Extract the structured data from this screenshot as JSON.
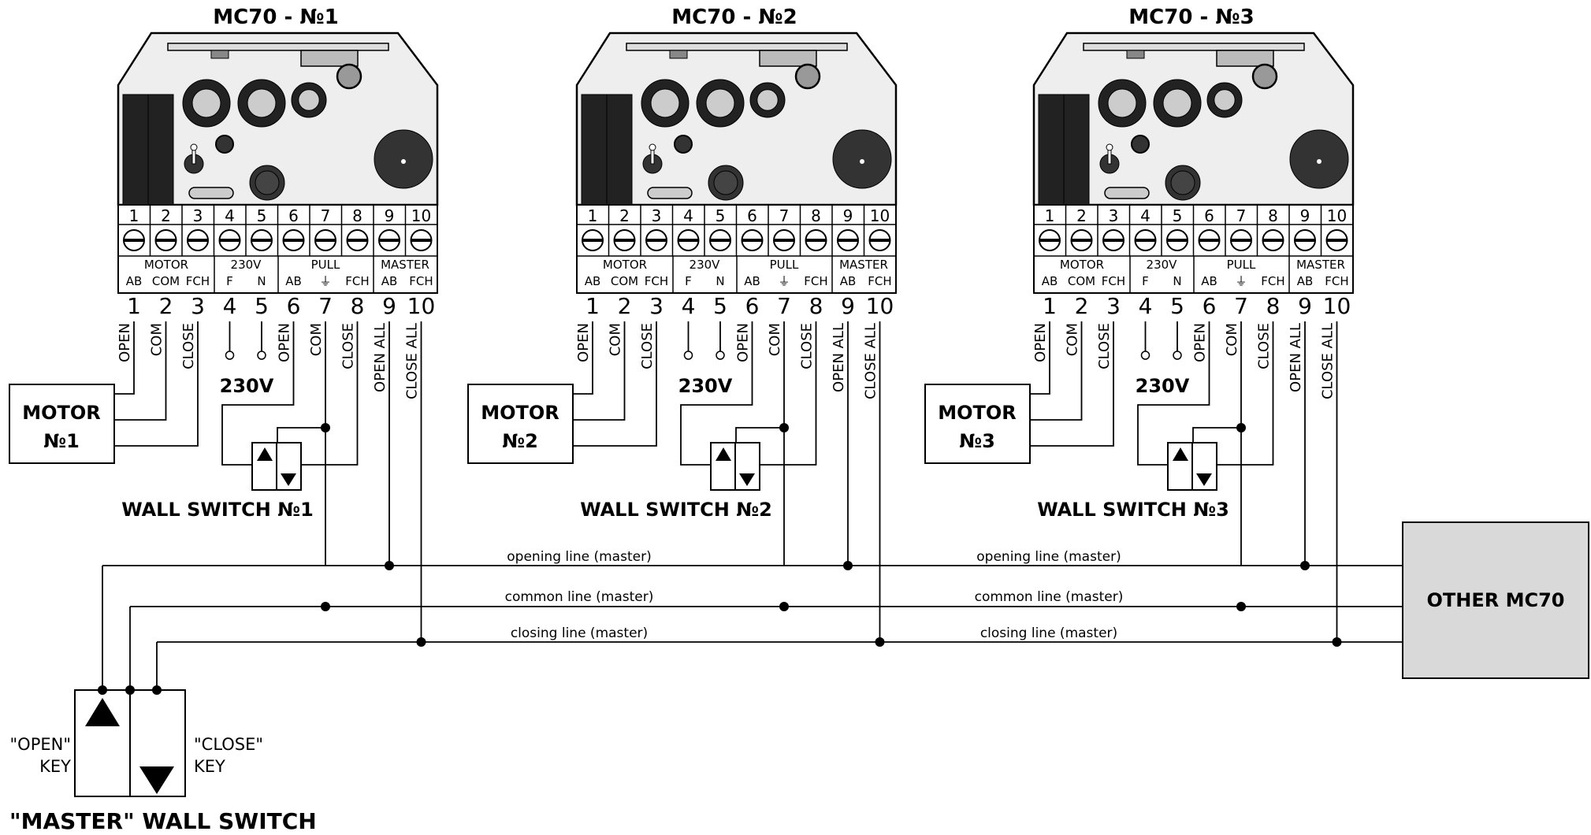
{
  "units": [
    {
      "title": "MC70 - №1",
      "motor_label": [
        "MOTOR",
        "№1"
      ],
      "switch_label": "WALL SWITCH №1"
    },
    {
      "title": "MC70 - №2",
      "motor_label": [
        "MOTOR",
        "№2"
      ],
      "switch_label": "WALL SWITCH №2"
    },
    {
      "title": "MC70 - №3",
      "motor_label": [
        "MOTOR",
        "№3"
      ],
      "switch_label": "WALL SWITCH №3"
    }
  ],
  "terminals": [
    "1",
    "2",
    "3",
    "4",
    "5",
    "6",
    "7",
    "8",
    "9",
    "10"
  ],
  "group_labels": {
    "motor": "MOTOR",
    "power": "230V",
    "pull": "PULL",
    "master": "MASTER"
  },
  "sub_labels": [
    "AB",
    "COM",
    "FCH",
    "F",
    "N",
    "AB",
    "⏚",
    "FCH",
    "AB",
    "FCH"
  ],
  "wire_labels": [
    "OPEN",
    "COM",
    "CLOSE",
    "OPEN",
    "COM",
    "CLOSE",
    "OPEN ALL",
    "CLOSE ALL"
  ],
  "power_label": "230V",
  "lines": {
    "opening": "opening line (master)",
    "common": "common line (master)",
    "closing": "closing line (master)"
  },
  "other_box": "OTHER MC70",
  "master_switch": {
    "open_key": [
      "\"OPEN\"",
      "KEY"
    ],
    "close_key": [
      "\"CLOSE\"",
      "KEY"
    ],
    "title": "\"MASTER\" WALL SWITCH"
  }
}
